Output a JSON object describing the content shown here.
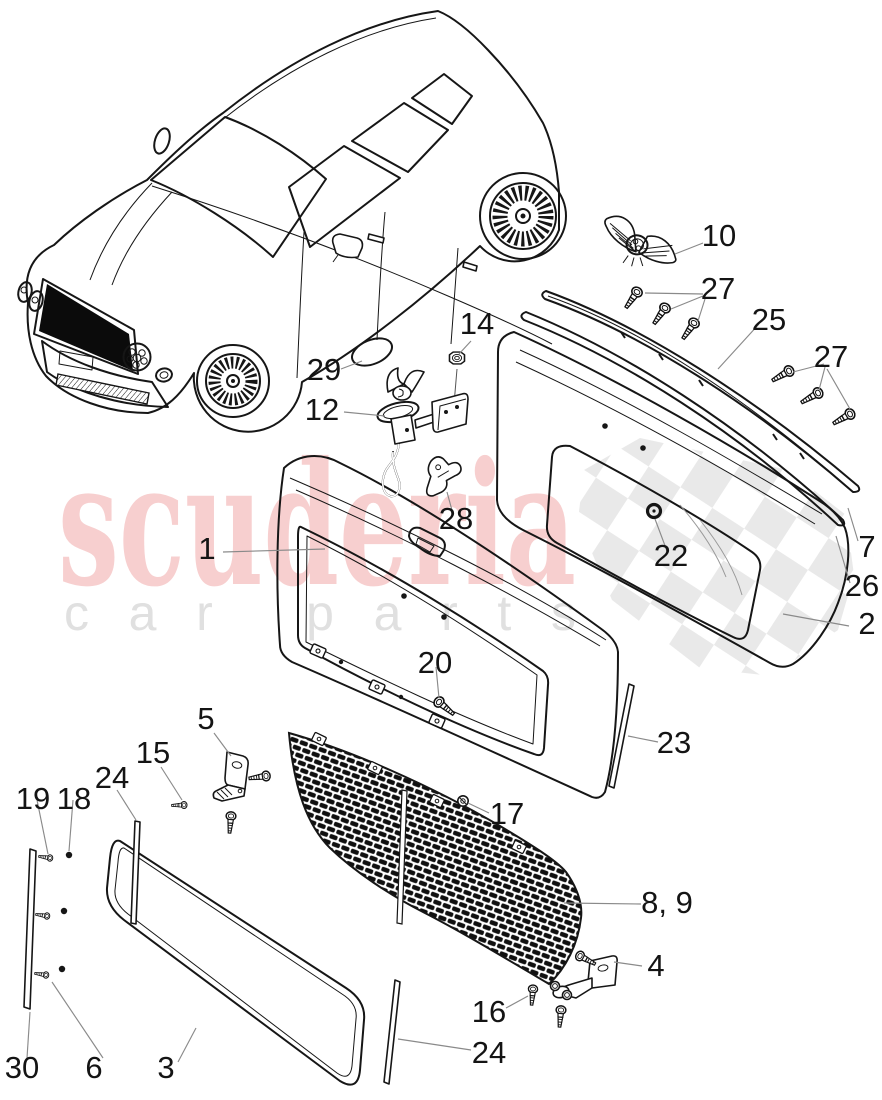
{
  "page": {
    "background": "#ffffff",
    "ink_color": "#161616",
    "leader_color": "#8a8a8a"
  },
  "watermark": {
    "brand": "scuderia",
    "brand_color": "#f7cfcf",
    "subtitle": "car parts",
    "subtitle_color": "#e0e0e0",
    "checker_color": "#e9e9e9"
  },
  "callouts": [
    {
      "id": "1",
      "label": "1"
    },
    {
      "id": "2",
      "label": "2"
    },
    {
      "id": "3",
      "label": "3"
    },
    {
      "id": "4",
      "label": "4"
    },
    {
      "id": "5",
      "label": "5"
    },
    {
      "id": "6",
      "label": "6"
    },
    {
      "id": "7",
      "label": "7"
    },
    {
      "id": "8-9",
      "label": "8, 9"
    },
    {
      "id": "10",
      "label": "10"
    },
    {
      "id": "12",
      "label": "12"
    },
    {
      "id": "14",
      "label": "14"
    },
    {
      "id": "15",
      "label": "15"
    },
    {
      "id": "16",
      "label": "16"
    },
    {
      "id": "17",
      "label": "17"
    },
    {
      "id": "18",
      "label": "18"
    },
    {
      "id": "19",
      "label": "19"
    },
    {
      "id": "20",
      "label": "20"
    },
    {
      "id": "22",
      "label": "22"
    },
    {
      "id": "23",
      "label": "23"
    },
    {
      "id": "24a",
      "label": "24"
    },
    {
      "id": "24b",
      "label": "24"
    },
    {
      "id": "25",
      "label": "25"
    },
    {
      "id": "26",
      "label": "26"
    },
    {
      "id": "27a",
      "label": "27"
    },
    {
      "id": "27b",
      "label": "27"
    },
    {
      "id": "28",
      "label": "28"
    },
    {
      "id": "29",
      "label": "29"
    },
    {
      "id": "30",
      "label": "30"
    }
  ]
}
